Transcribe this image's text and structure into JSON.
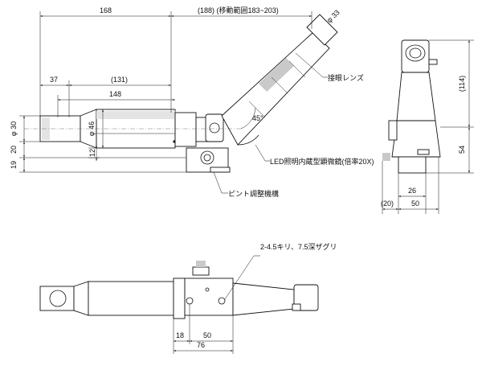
{
  "drawing": {
    "front_view": {
      "dimensions": {
        "overall_length": "168",
        "arm_length": "(188) (移動範囲183~203)",
        "eyepiece_diameter": "φ 33",
        "offset_37": "37",
        "length_131": "(131)",
        "length_148": "148",
        "tube_diameter": "φ 46",
        "objective_diameter": "φ 30",
        "height_20": "20",
        "height_19": "19",
        "height_12": "12",
        "angle": "45°"
      },
      "labels": {
        "eyepiece_lens": "接眼レンズ",
        "led_microscope": "LED照明内蔵型顕微鏡(倍率20X)",
        "focus_mechanism": "ピント調整機構"
      }
    },
    "side_view": {
      "dimensions": {
        "height_114": "(114)",
        "height_54": "54",
        "width_26": "26",
        "width_50": "50",
        "width_20": "(20)"
      }
    },
    "bottom_view": {
      "dimensions": {
        "width_18": "18",
        "width_50": "50",
        "width_76": "76"
      },
      "labels": {
        "tapped_holes": "2-4.5キリ、7.5深ザグリ"
      }
    }
  }
}
